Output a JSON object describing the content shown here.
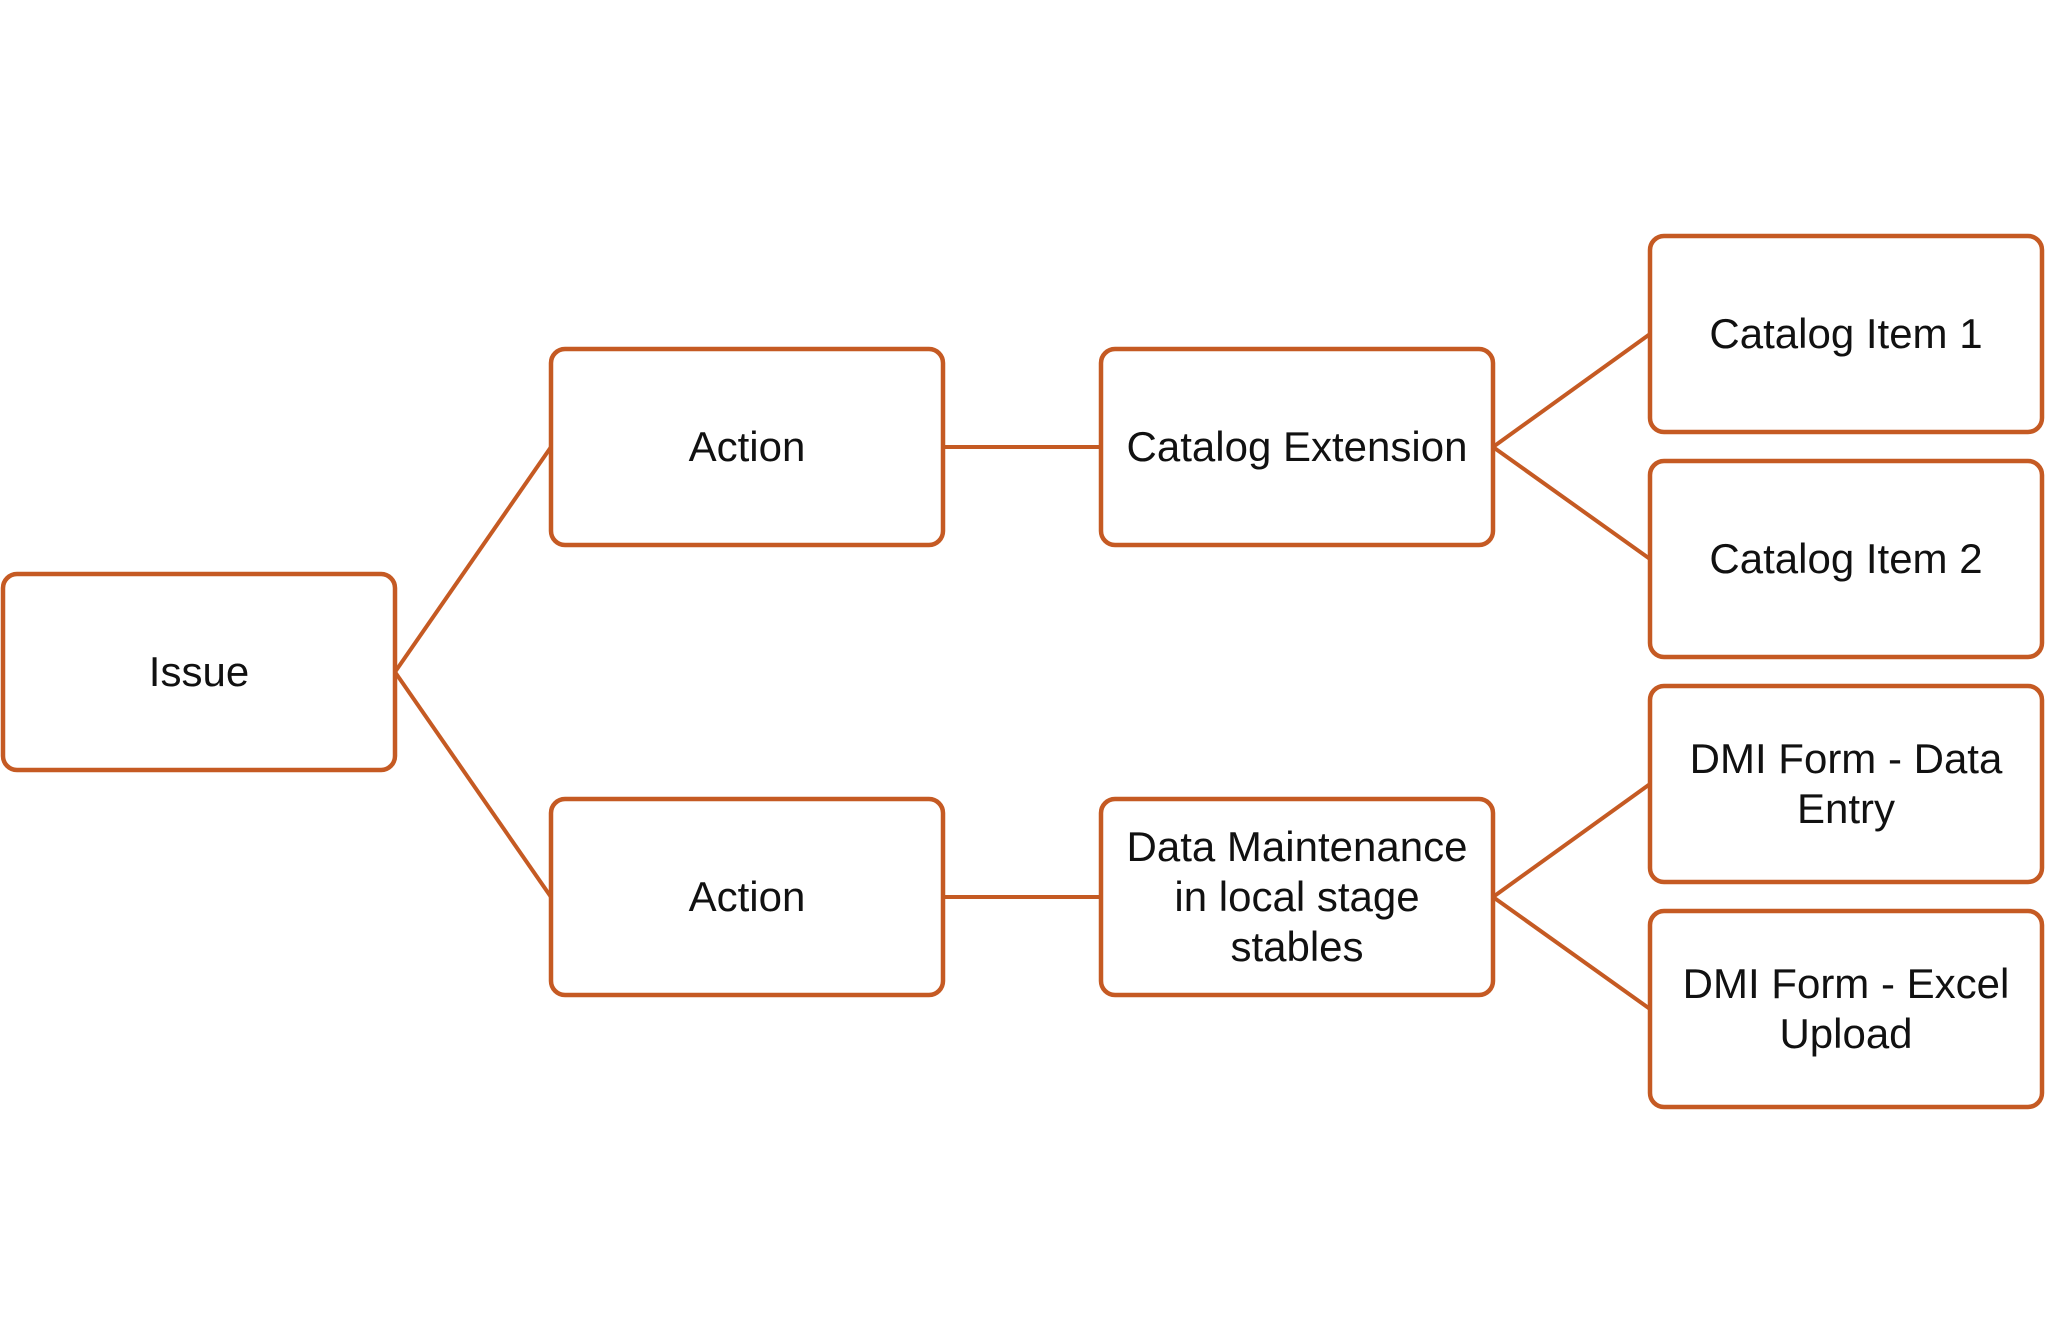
{
  "colors": {
    "border": "#C55A23",
    "background": "#FFFFFF",
    "text": "#111111"
  },
  "diagram": {
    "nodes": {
      "issue": "Issue",
      "action_top": "Action",
      "action_bottom": "Action",
      "catalog_extension": "Catalog Extension",
      "data_maintenance": "Data Maintenance\nin local stage\nstables",
      "catalog_item_1": "Catalog Item 1",
      "catalog_item_2": "Catalog Item 2",
      "dmi_form_data_entry": "DMI Form - Data\nEntry",
      "dmi_form_excel_upload": "DMI Form - Excel\nUpload"
    },
    "edges": [
      [
        "issue",
        "action_top"
      ],
      [
        "issue",
        "action_bottom"
      ],
      [
        "action_top",
        "catalog_extension"
      ],
      [
        "action_bottom",
        "data_maintenance"
      ],
      [
        "catalog_extension",
        "catalog_item_1"
      ],
      [
        "catalog_extension",
        "catalog_item_2"
      ],
      [
        "data_maintenance",
        "dmi_form_data_entry"
      ],
      [
        "data_maintenance",
        "dmi_form_excel_upload"
      ]
    ]
  }
}
